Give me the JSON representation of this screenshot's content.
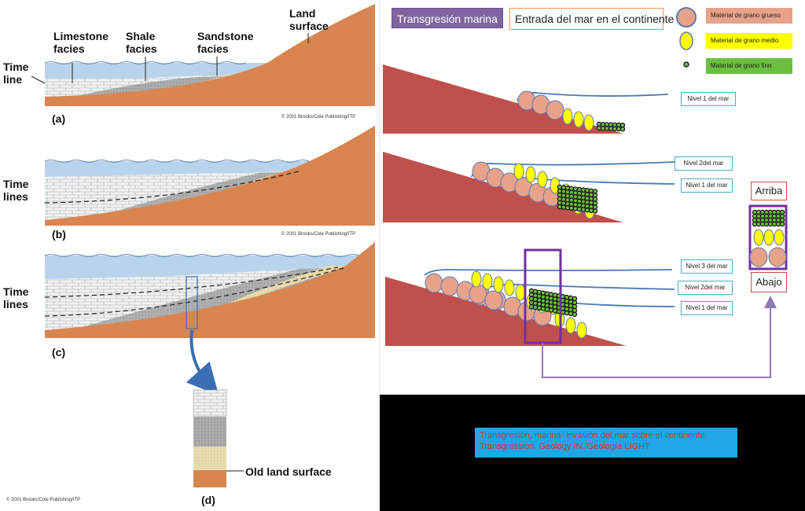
{
  "left_figure": {
    "labels": {
      "limestone": "Limestone\nfacies",
      "shale": "Shale\nfacies",
      "sandstone": "Sandstone\nfacies",
      "land": "Land\nsurface",
      "timeline_a": "Time\nline",
      "timelines_b": "Time\nlines",
      "timelines_c": "Time\nlines",
      "old_land": "Old land surface"
    },
    "panel_labels": [
      "(a)",
      "(b)",
      "(c)",
      "(d)"
    ],
    "copyright": "© 2001 Brooks/Cole Publishing/ITP"
  },
  "right_figure": {
    "title": "Transgresión marina",
    "subtitle": "Entrada del mar en el continente",
    "legend": [
      {
        "label": "Material de grano grueso",
        "color": "#e8a28a"
      },
      {
        "label": "Material de grano medio",
        "color": "#ffff00"
      },
      {
        "label": "Material de grano fino",
        "color": "#6abf3f"
      }
    ],
    "levels": {
      "n1": "Nivel 1 del mar",
      "n2": "Nivel 2del mar",
      "n3": "Nivel 3 del mar"
    },
    "arriba": "Arriba",
    "abajo": "Abajo"
  },
  "caption": {
    "line1": "Transgresión, marina- invasión del mar sobre el continente.",
    "line2": "Transgression. Geology IN./Geología LIGHT"
  },
  "colors": {
    "land": "#d9854f",
    "water": "#b8d4ec",
    "wedge": "#c0504d",
    "caption_bg": "#1fa6e6",
    "caption_text": "#d4342b"
  }
}
